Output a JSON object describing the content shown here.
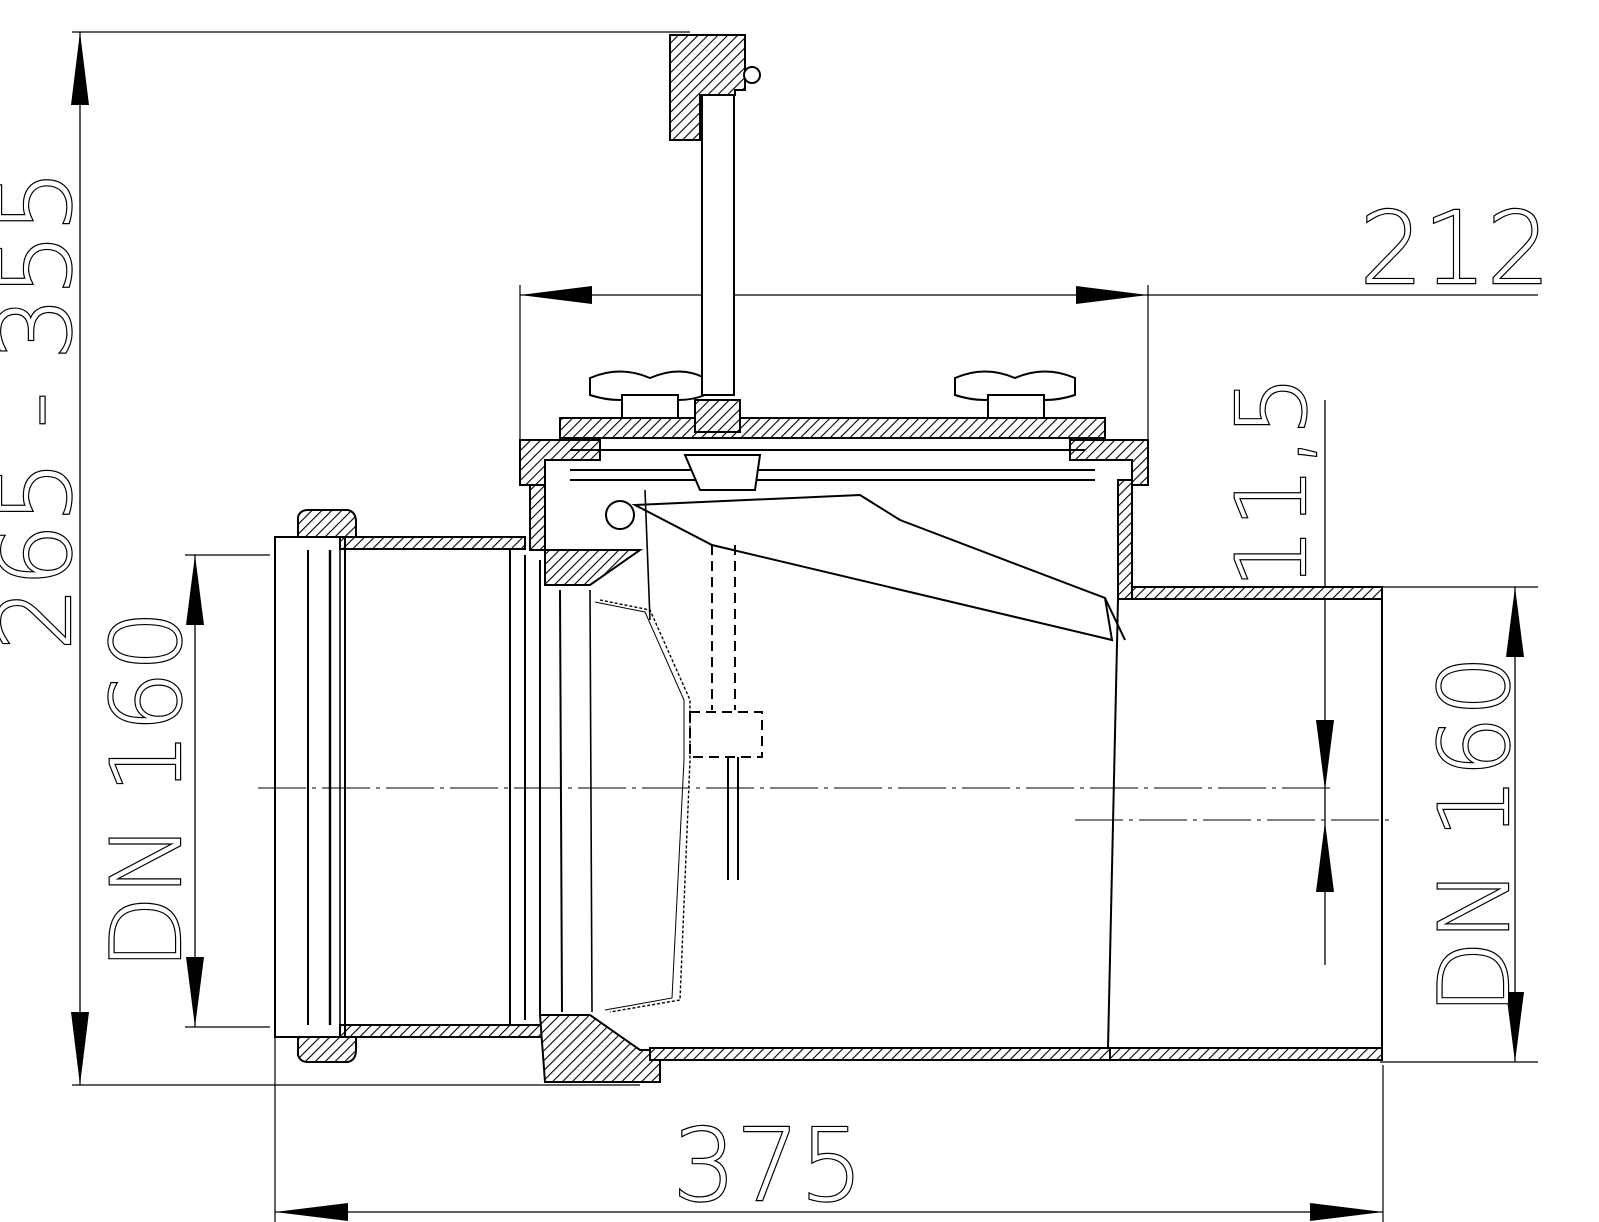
{
  "dimensions": {
    "overall_height": "265 - 355",
    "inlet_diameter": "DN 160",
    "outlet_diameter": "DN 160",
    "cover_width": "212",
    "axis_offset": "11,5",
    "overall_length": "375"
  },
  "colors": {
    "line": "#000000",
    "background": "#ffffff"
  }
}
